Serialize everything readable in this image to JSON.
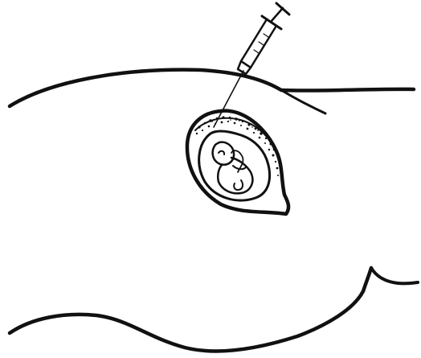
{
  "illustration": {
    "subject": "amniocentesis-line-drawing",
    "style": "black-ink-line-art",
    "colors": {
      "background": "#ffffff",
      "ink": "#111111"
    },
    "elements": [
      "syringe-icon",
      "needle",
      "abdomen-upper-contour",
      "back-lower-contour",
      "uterus",
      "placenta",
      "amniotic-sac",
      "fetus"
    ]
  }
}
